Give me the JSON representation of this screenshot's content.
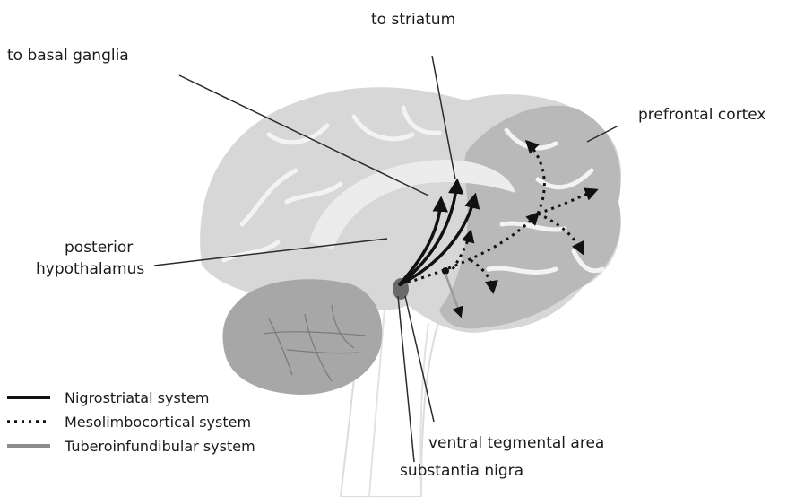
{
  "labels": {
    "to_striatum": "to striatum",
    "to_basal_ganglia": "to basal ganglia",
    "prefrontal_cortex": "prefrontal cortex",
    "posterior_hypothalamus_line1": "posterior",
    "posterior_hypothalamus_line2": "hypothalamus",
    "ventral_tegmental_area": "ventral tegmental area",
    "substantia_nigra": "substantia nigra"
  },
  "legend": [
    {
      "label": "Nigrostriatal system",
      "style": "solid-black",
      "color": "#111111"
    },
    {
      "label": "Mesolimbocortical system",
      "style": "dotted-black",
      "color": "#111111"
    },
    {
      "label": "Tuberoinfundibular system",
      "style": "solid-gray",
      "color": "#8c8c8c"
    }
  ],
  "colors": {
    "brain_light": "#d9d9d9",
    "brain_mid": "#bdbdbd",
    "brain_dark": "#a3a3a3",
    "sulci": "#f2f2f2",
    "pathway": "#111111",
    "leader_line": "#2b2b2b"
  }
}
